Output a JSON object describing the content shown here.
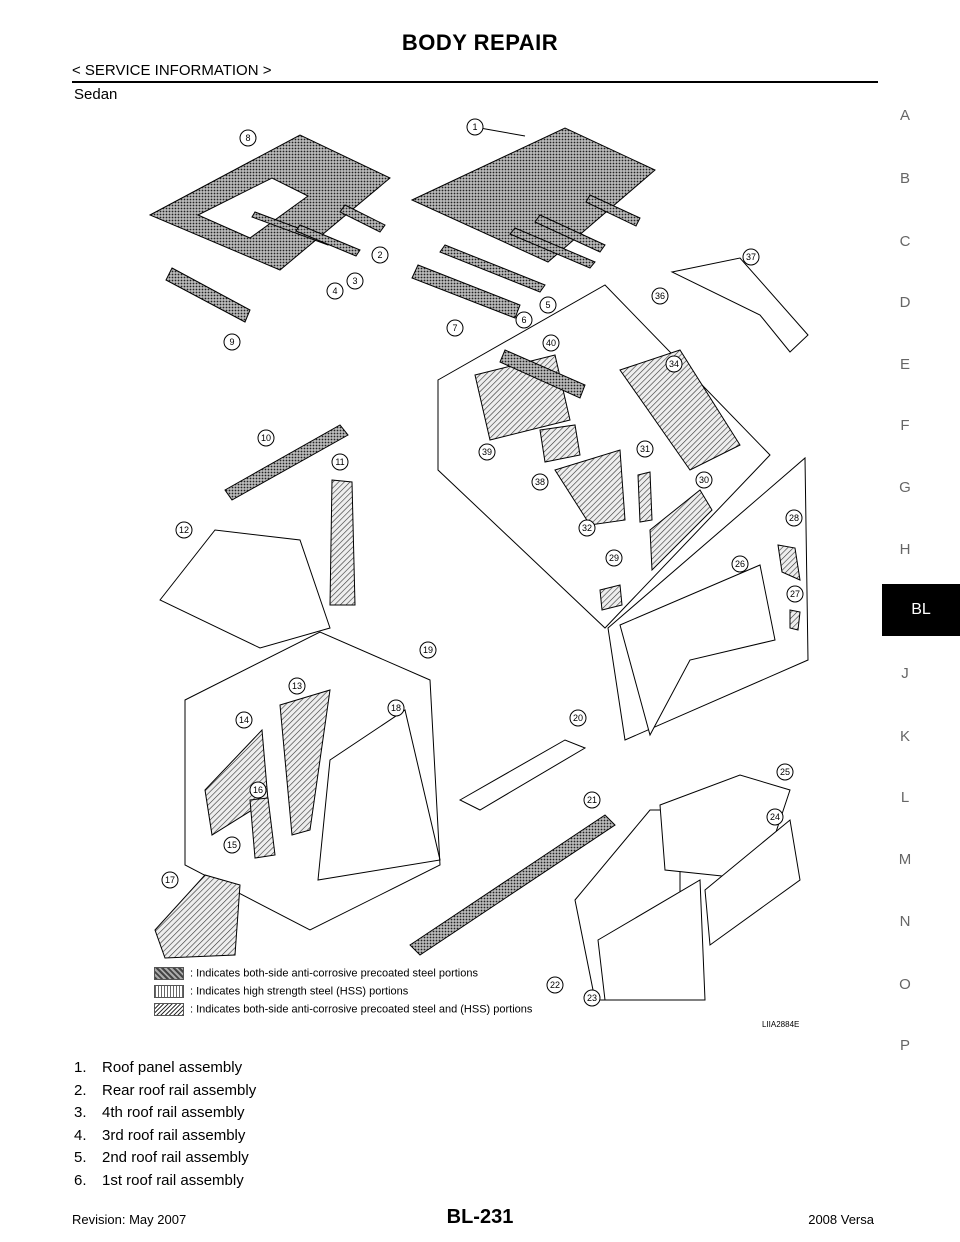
{
  "header": {
    "title": "BODY REPAIR",
    "section": "< SERVICE INFORMATION >",
    "subsection": "Sedan"
  },
  "index_tabs": [
    "A",
    "B",
    "C",
    "D",
    "E",
    "F",
    "G",
    "H",
    "BL",
    "J",
    "K",
    "L",
    "M",
    "N",
    "O",
    "P"
  ],
  "active_tab": "BL",
  "diagram": {
    "callouts": [
      "1",
      "2",
      "3",
      "4",
      "5",
      "6",
      "7",
      "8",
      "9",
      "10",
      "11",
      "12",
      "13",
      "14",
      "15",
      "16",
      "17",
      "18",
      "19",
      "20",
      "21",
      "22",
      "23",
      "24",
      "25",
      "26",
      "27",
      "28",
      "29",
      "30",
      "31",
      "32",
      "34",
      "36",
      "37",
      "38",
      "39",
      "40"
    ],
    "legend": [
      ": Indicates both-side anti-corrosive precoated steel portions",
      ": Indicates high strength steel (HSS) portions",
      ": Indicates both-side anti-corrosive precoated steel and (HSS) portions"
    ],
    "figure_id": "LIIA2884E"
  },
  "parts": [
    {
      "num": "1.",
      "name": "Roof panel assembly"
    },
    {
      "num": "2.",
      "name": "Rear roof rail assembly"
    },
    {
      "num": "3.",
      "name": "4th roof rail assembly"
    },
    {
      "num": "4.",
      "name": "3rd roof rail assembly"
    },
    {
      "num": "5.",
      "name": "2nd roof rail assembly"
    },
    {
      "num": "6.",
      "name": "1st roof rail assembly"
    }
  ],
  "footer": {
    "revision": "Revision: May 2007",
    "page": "BL-231",
    "model": "2008 Versa"
  }
}
